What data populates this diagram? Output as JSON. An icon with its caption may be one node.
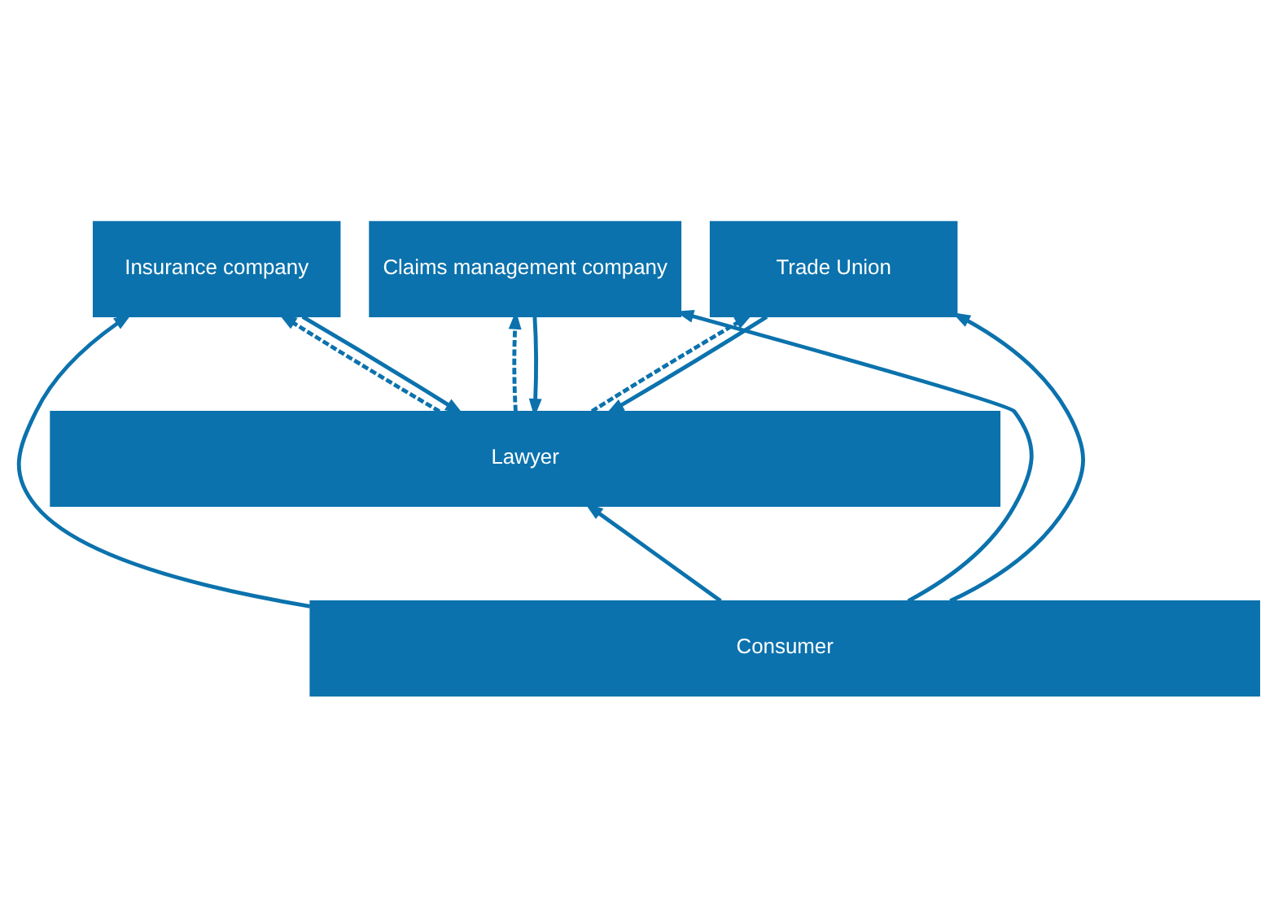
{
  "diagram": {
    "nodes": [
      {
        "text": [
          "Lawyer"
        ]
      },
      {
        "text": [
          "Insurance company"
        ]
      },
      {
        "text": [
          "Claims management company"
        ]
      },
      {
        "text": [
          "Trade Union"
        ]
      },
      {
        "text": [
          "Consumer"
        ]
      }
    ],
    "edges": [
      {
        "from": 1,
        "to": 0,
        "arrow": "to"
      },
      {
        "from": 0,
        "to": 1,
        "arrow": "to",
        "style": "dashed"
      },
      {
        "from": 2,
        "to": 0,
        "arrow": "to"
      },
      {
        "from": 0,
        "to": 2,
        "arrow": "to",
        "style": "dashed"
      },
      {
        "from": 3,
        "to": 0,
        "arrow": "to"
      },
      {
        "from": 0,
        "to": 3,
        "arrow": "to",
        "style": "dashed"
      },
      {
        "from": 4,
        "to": 1,
        "arrow": "to"
      },
      {
        "from": 4,
        "to": 2,
        "arrow": "to"
      },
      {
        "from": 4,
        "to": 3,
        "arrow": "to"
      },
      {
        "from": 4,
        "to": 0,
        "arrow": "to"
      }
    ]
  }
}
